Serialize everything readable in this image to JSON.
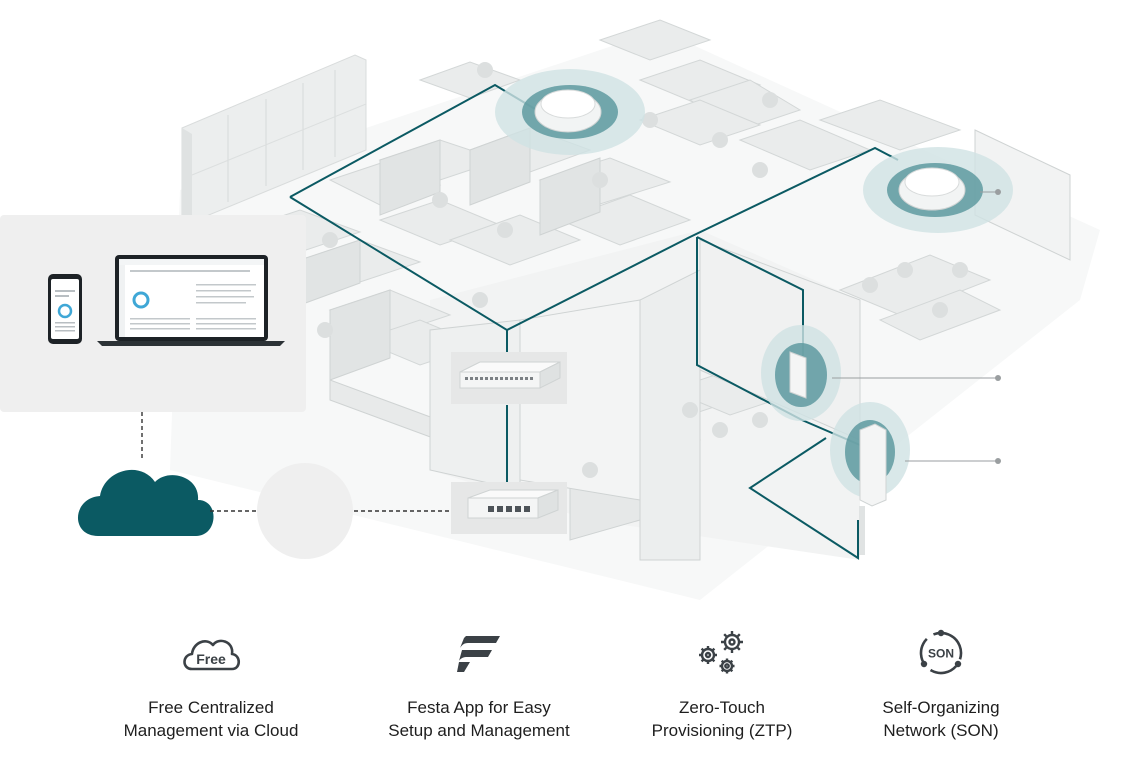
{
  "colors": {
    "accent_teal": "#0b5a63",
    "panel_gray": "#efefef",
    "floor_white": "#f6f7f7",
    "furniture": "#e4e6e6",
    "icon_dark": "#3b4146"
  },
  "devices": {
    "ceiling_ap_1": "ceiling-access-point",
    "ceiling_ap_2": "ceiling-access-point",
    "wall_ap": "wall-plate-access-point",
    "outdoor_ap": "outdoor-access-point",
    "switch_large": "rackmount-switch",
    "switch_small": "desktop-switch",
    "gateway": "router-placeholder",
    "cloud": "cloud-icon",
    "laptop": "laptop-dashboard",
    "phone": "phone-app"
  },
  "features": [
    {
      "icon": "free-cloud-icon",
      "icon_text": "Free",
      "label": "Free Centralized\nManagement via Cloud"
    },
    {
      "icon": "festa-logo-icon",
      "icon_text": "",
      "label": "Festa App for Easy\nSetup and Management"
    },
    {
      "icon": "gears-icon",
      "icon_text": "",
      "label": "Zero-Touch\nProvisioning (ZTP)"
    },
    {
      "icon": "son-icon",
      "icon_text": "SON",
      "label": "Self-Organizing\nNetwork (SON)"
    }
  ]
}
